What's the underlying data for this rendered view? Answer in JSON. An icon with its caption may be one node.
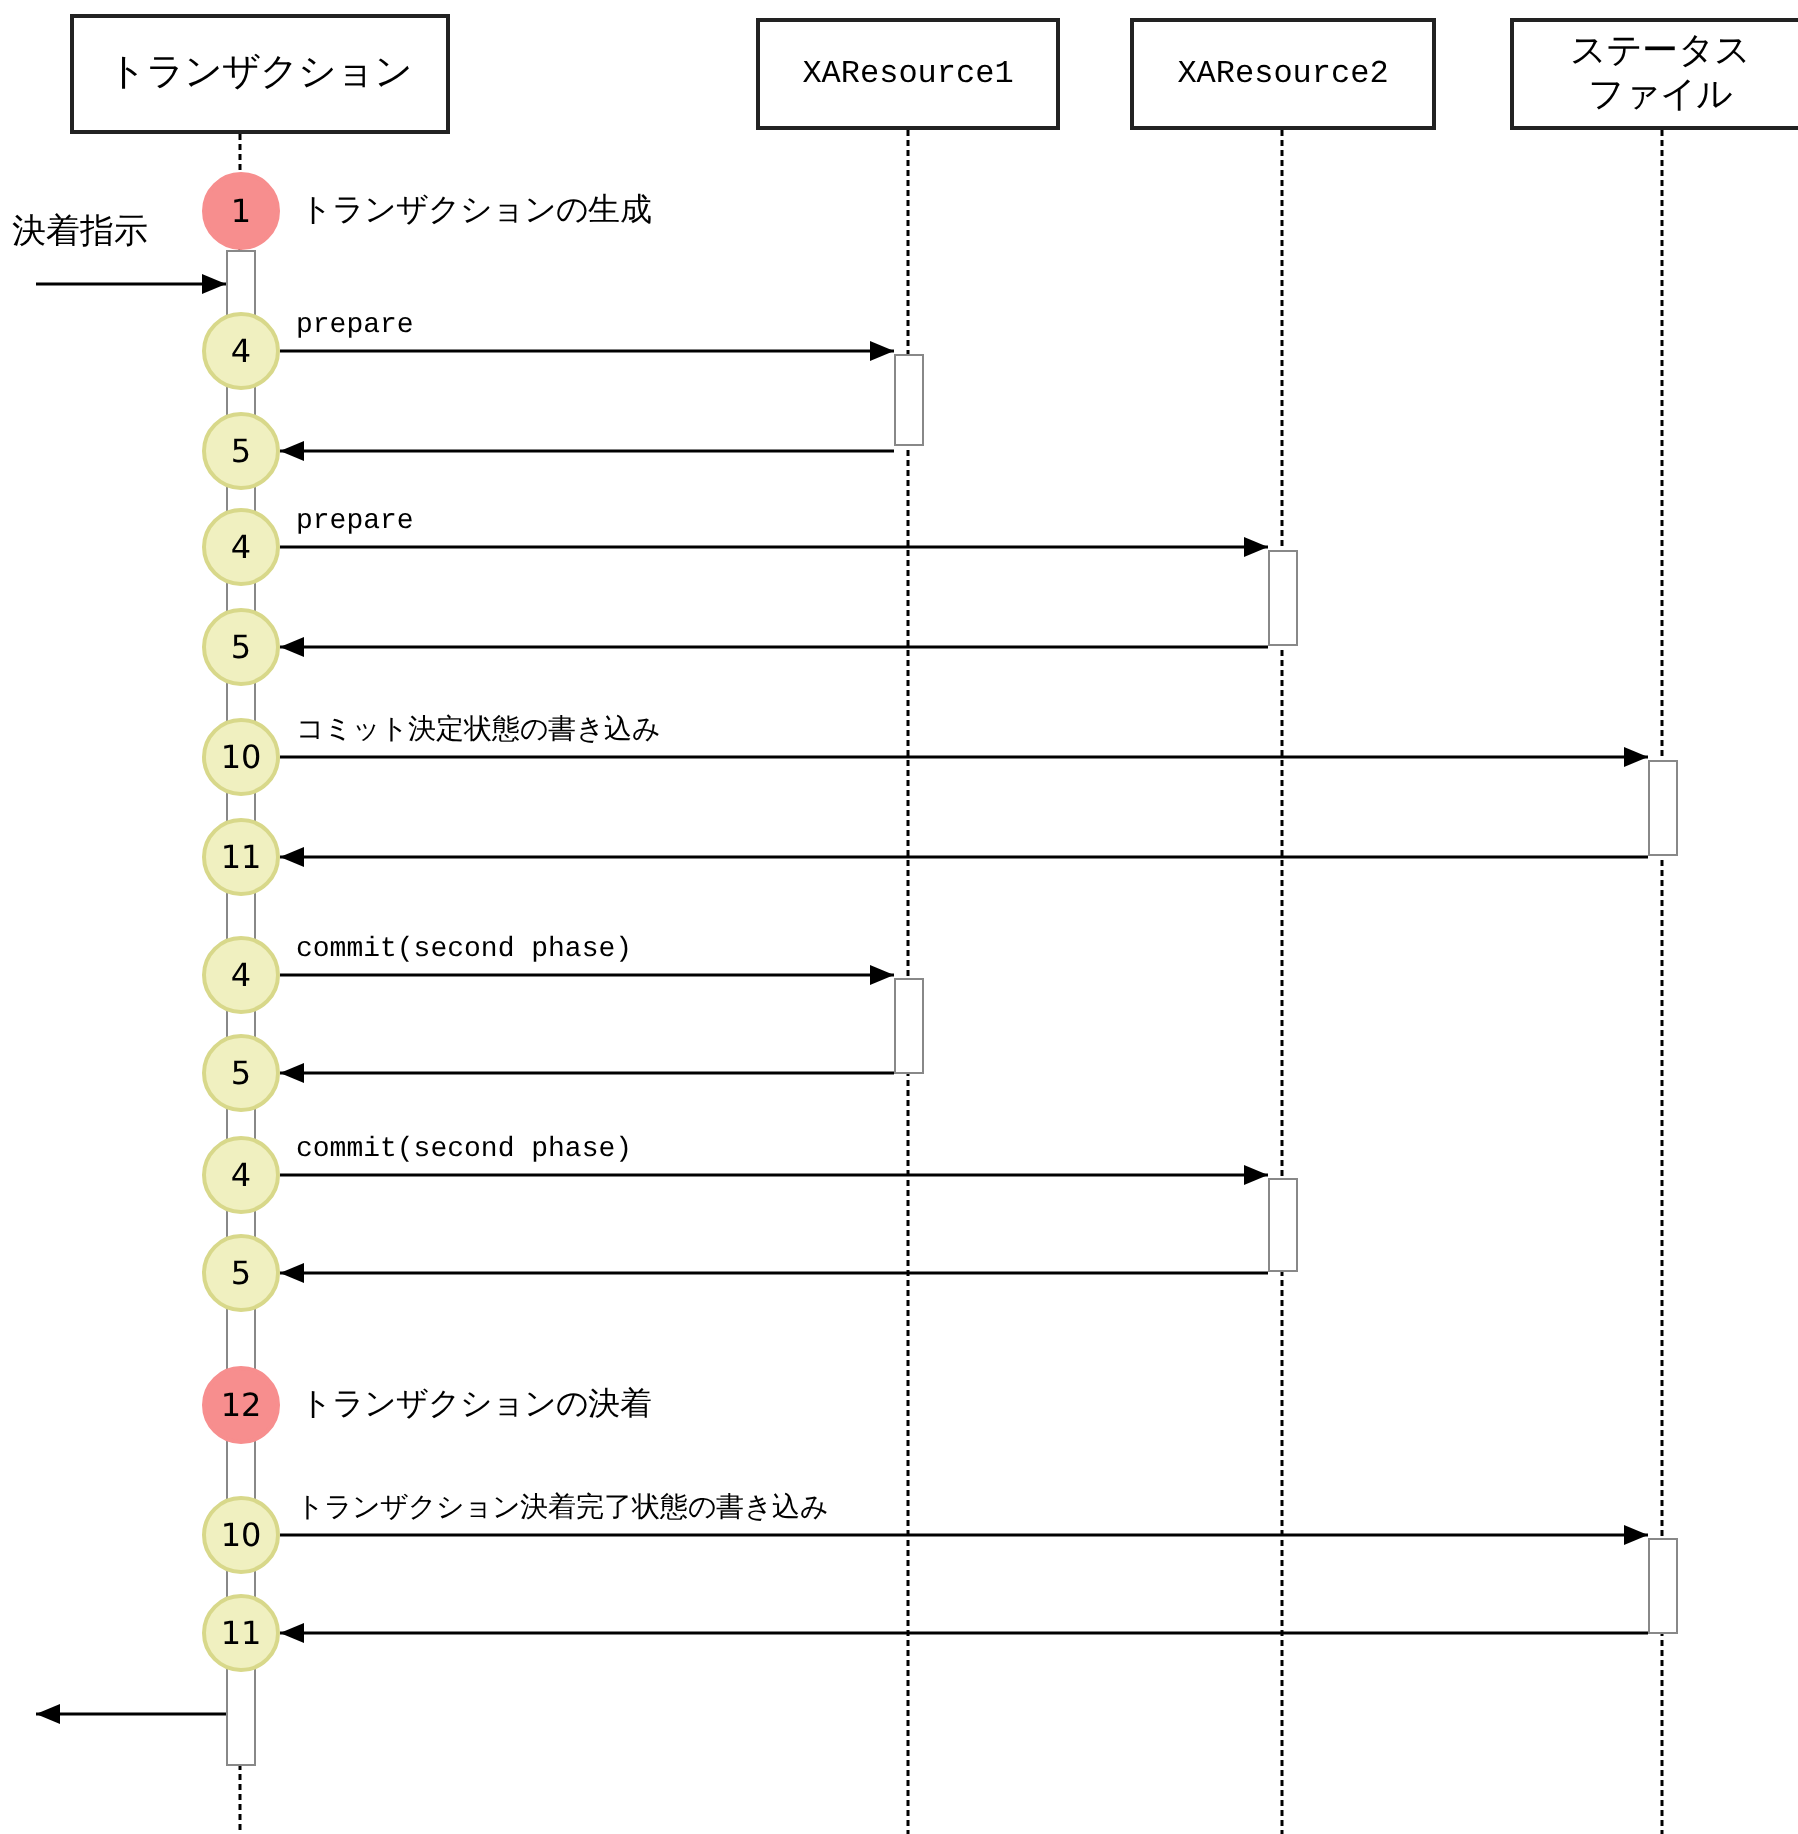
{
  "diagram": {
    "nodes": [
      {
        "text": [
          "トランザクション"
        ]
      },
      {
        "text": [
          "XAResource1"
        ]
      },
      {
        "text": [
          "XAResource2"
        ]
      },
      {
        "text": [
          "ステータスファイル"
        ]
      },
      {
        "text": [],
        "shape": "bar"
      },
      {
        "text": [
          "1"
        ],
        "beside": [
          "トランザクションの生成"
        ]
      },
      {
        "text": [
          "4"
        ]
      },
      {
        "text": [],
        "shape": "bar"
      },
      {
        "text": [
          "5"
        ]
      },
      {
        "text": [
          "4"
        ]
      },
      {
        "text": [],
        "shape": "bar"
      },
      {
        "text": [
          "5"
        ]
      },
      {
        "text": [
          "10"
        ]
      },
      {
        "text": [],
        "shape": "bar"
      },
      {
        "text": [
          "11"
        ]
      },
      {
        "text": [
          "4"
        ]
      },
      {
        "text": [],
        "shape": "bar"
      },
      {
        "text": [
          "5"
        ]
      },
      {
        "text": [
          "4"
        ]
      },
      {
        "text": [],
        "shape": "bar"
      },
      {
        "text": [
          "5"
        ]
      },
      {
        "text": [
          "12"
        ],
        "beside": [
          "トランザクションの決着"
        ]
      },
      {
        "text": [
          "10"
        ]
      },
      {
        "text": [],
        "shape": "bar"
      },
      {
        "text": [
          "11"
        ]
      }
    ],
    "edges": [
      {
        "from": null,
        "to": 4,
        "arrow": "to",
        "label": "決着指示"
      },
      {
        "from": 6,
        "to": 7,
        "arrow": "to",
        "label": "prepare"
      },
      {
        "from": 7,
        "to": 8,
        "arrow": "to"
      },
      {
        "from": 9,
        "to": 10,
        "arrow": "to",
        "label": "prepare"
      },
      {
        "from": 10,
        "to": 11,
        "arrow": "to"
      },
      {
        "from": 12,
        "to": 13,
        "arrow": "to",
        "label": "コミット決定状態の書き込み"
      },
      {
        "from": 13,
        "to": 14,
        "arrow": "to"
      },
      {
        "from": 15,
        "to": 16,
        "arrow": "to",
        "label": "commit(second phase)"
      },
      {
        "from": 16,
        "to": 17,
        "arrow": "to"
      },
      {
        "from": 18,
        "to": 19,
        "arrow": "to",
        "label": "commit(second phase)"
      },
      {
        "from": 19,
        "to": 20,
        "arrow": "to"
      },
      {
        "from": 22,
        "to": 23,
        "arrow": "to",
        "label": "トランザクション決着完了状態の書き込み"
      },
      {
        "from": 23,
        "to": 24,
        "arrow": "to"
      },
      {
        "from": 4,
        "to": null,
        "arrow": "to"
      }
    ]
  }
}
